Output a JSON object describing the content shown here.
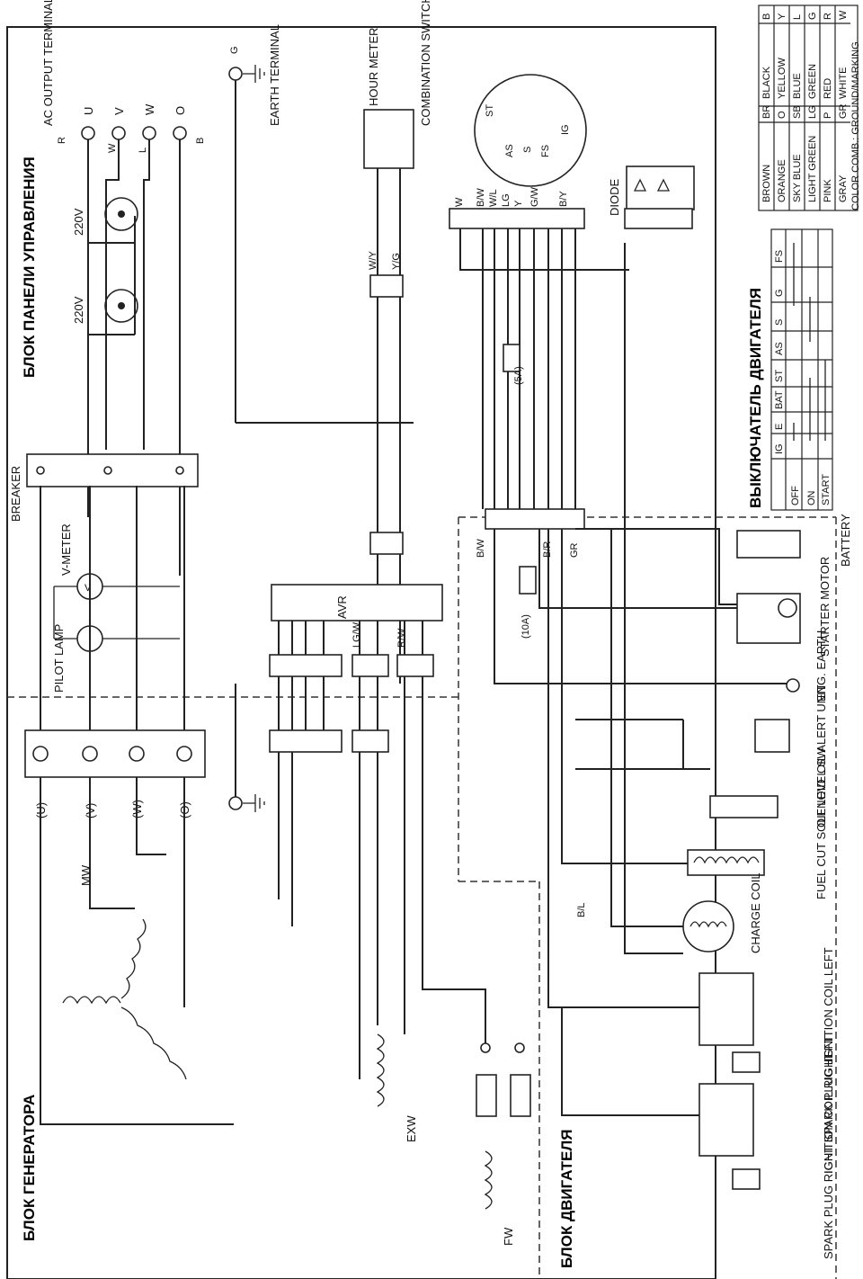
{
  "sections": {
    "panel": "БЛОК ПАНЕЛИ УПРАВЛЕНИЯ",
    "generator": "БЛОК ГЕНЕРАТОРА",
    "engine": "БЛОК ДВИГАТЕЛЯ",
    "switch": "ВЫКЛЮЧАТЕЛЬ ДВИГАТЕЛЯ"
  },
  "components": {
    "ac_output": "AC OUTPUT TERMINAL",
    "earth_terminal": "EARTH TERMINAL",
    "hour_meter": "HOUR METER",
    "combination_switch": "COMBINATION SWITCH",
    "diode": "DIODE",
    "breaker": "BREAKER",
    "v_meter": "V-METER",
    "pilot_lamp": "PILOT LAMP",
    "avr": "AVR",
    "battery": "BATTERY",
    "starter_motor": "STARTER MOTOR",
    "eng_earth": "ENG. EARTH",
    "oil_alert": "OIL ALERT UNIT",
    "oil_level": "OIL LEVEL SW",
    "fuel_cut": "FUEL CUT SOLENOID",
    "charge_coil": "CHARGE COIL",
    "ign_left": "IGNITION COIL LEFT",
    "spark_left": "SPARK PLUG LEFT",
    "ign_right": "IGNITION COIL RIGHT",
    "spark_right": "SPARK PLUG RIGHT",
    "mw": "MW",
    "exw": "EXW",
    "fw": "FW",
    "v220": "220V",
    "fuse5": "(5A)",
    "fuse10": "(10A)"
  },
  "terminals": {
    "u": "U",
    "v": "V",
    "w": "W",
    "o": "O",
    "gu": "(U)",
    "gv": "(V)",
    "gw": "(W)",
    "go": "(O)"
  },
  "wires": {
    "r": "R",
    "w": "W",
    "l": "L",
    "b": "B",
    "g": "G",
    "y": "Y",
    "bw": "B/W",
    "by": "B/Y",
    "wl": "W/L",
    "lg": "LG",
    "gw": "G/W",
    "br": "B/R",
    "bl": "B/L",
    "gr": "GR",
    "wy": "W/Y",
    "yg": "Y/G",
    "lgw": "LG/W",
    "rw": "R/W"
  },
  "switch_pins": {
    "ig": "IG",
    "s": "S",
    "e": "E",
    "as": "AS",
    "fs": "FS",
    "st": "ST",
    "bat": "BAT"
  },
  "color_table": {
    "rows": [
      [
        "B",
        "BLACK",
        "BR",
        "BROWN"
      ],
      [
        "Y",
        "YELLOW",
        "O",
        "ORANGE"
      ],
      [
        "L",
        "BLUE",
        "SB",
        "SKY BLUE"
      ],
      [
        "G",
        "GREEN",
        "LG",
        "LIGHT GREEN"
      ],
      [
        "R",
        "RED",
        "P",
        "PINK"
      ],
      [
        "W",
        "WHITE",
        "GR",
        "GRAY"
      ]
    ],
    "footer": "COLOR COMB.: GROUND/MARKING"
  },
  "switch_table": {
    "cols": [
      "IG",
      "E",
      "BAT",
      "ST",
      "AS",
      "S",
      "G",
      "FS"
    ],
    "rows": [
      "OFF",
      "ON",
      "START"
    ]
  }
}
